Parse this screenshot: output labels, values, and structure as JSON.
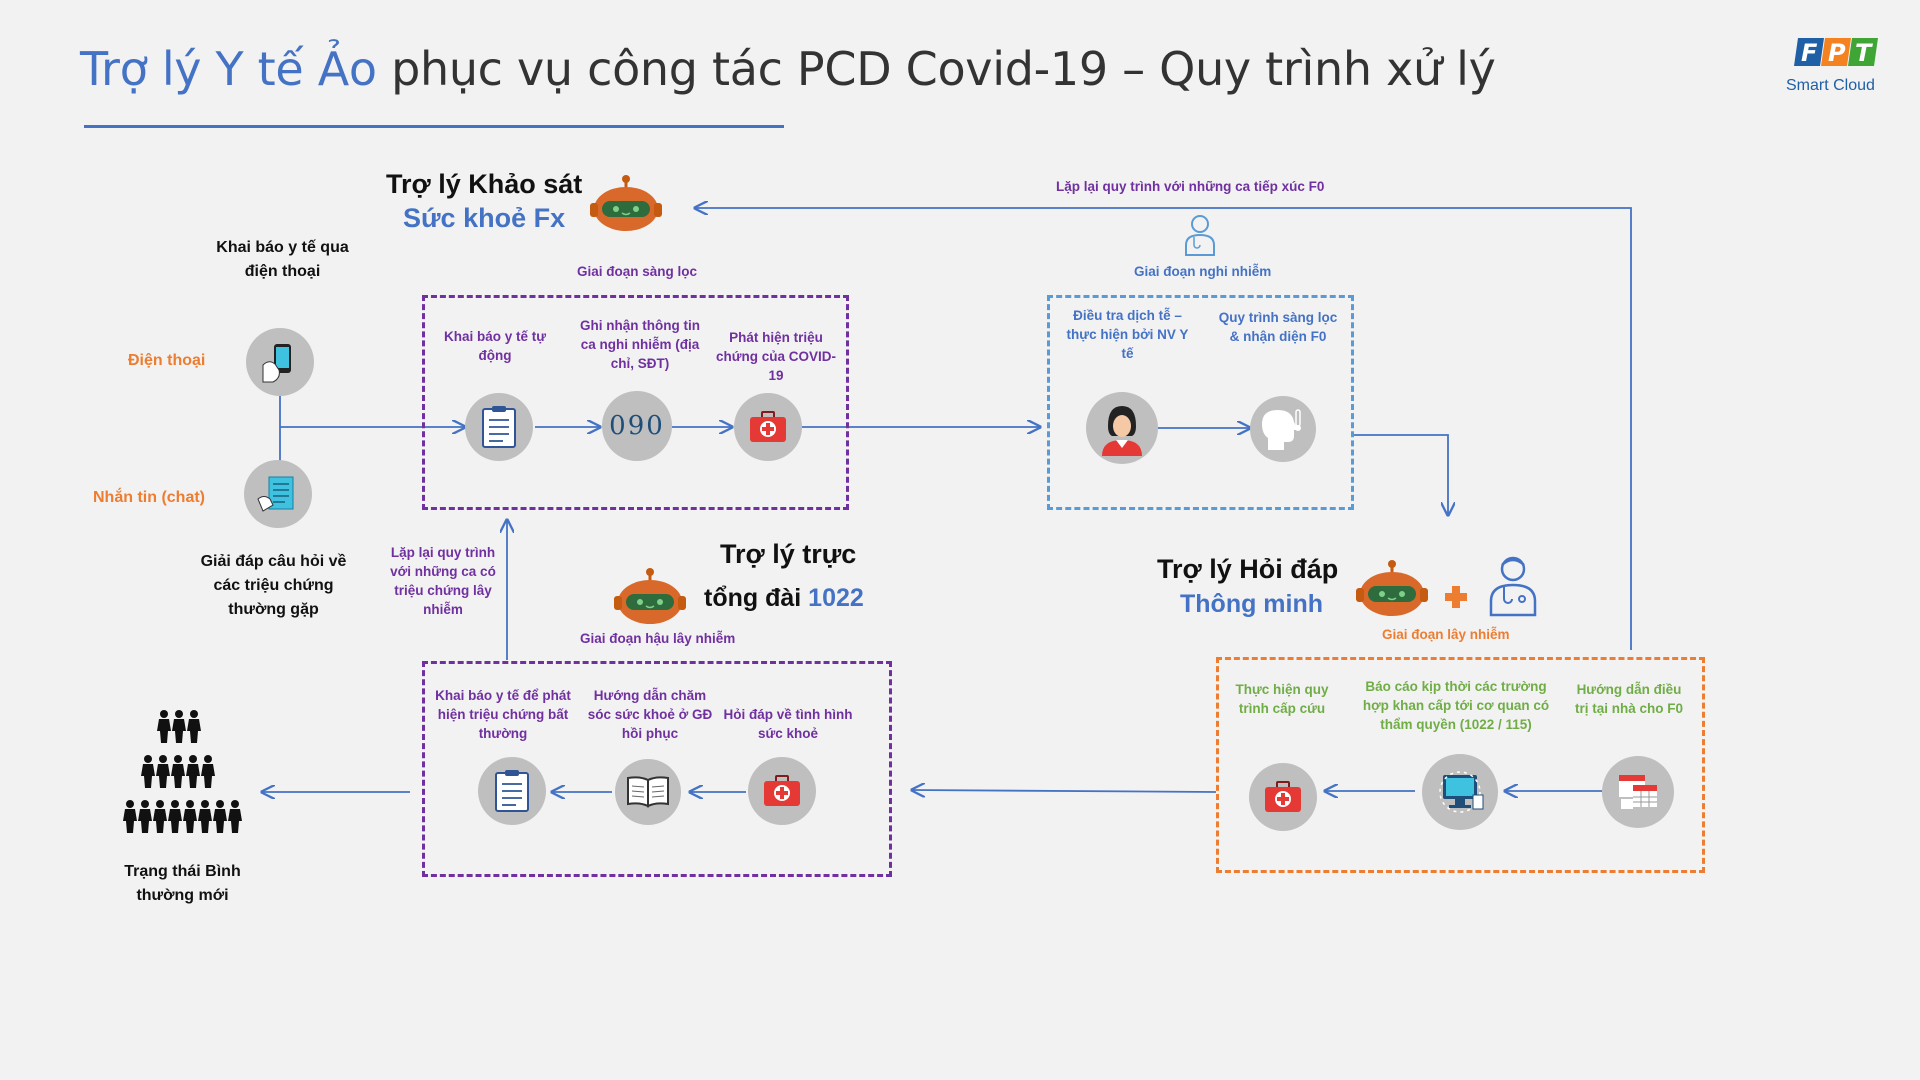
{
  "title": {
    "highlight": "Trợ lý Y tế Ảo",
    "rest": "phục vụ công tác PCD Covid-19 – Quy trình xử lý"
  },
  "logo": {
    "letters": "FPT",
    "sub": "Smart Cloud"
  },
  "left": {
    "declare_heading": "Khai báo y tế qua điện thoại",
    "phone_label": "Điện thoại",
    "chat_label": "Nhắn tin (chat)",
    "faq_heading": "Giải đáp câu hỏi về các triệu chứng thường gặp",
    "people_label": "Trạng thái Bình thường mới"
  },
  "survey_bot": {
    "title": "Trợ lý Khảo sát",
    "subtitle": "Sức khoẻ Fx",
    "phase": "Giai đoạn sàng lọc",
    "steps": [
      "Khai báo y tế tự động",
      "Ghi nhận thông tin ca nghi nhiễm (địa chỉ, SĐT)",
      "Phát hiện triệu chứng của COVID-19"
    ],
    "phone_digits": "090"
  },
  "suspect": {
    "phase": "Giai đoạn nghi nhiễm",
    "steps": [
      "Điều tra dịch tễ – thực hiện bởi NV Y tế",
      "Quy trình sàng lọc & nhận diện F0"
    ]
  },
  "loop_top": "Lặp lại quy trình với những ca tiếp xúc F0",
  "qa_bot": {
    "title": "Trợ lý Hỏi đáp",
    "subtitle": "Thông minh",
    "phase": "Giai đoạn lây nhiễm",
    "steps": [
      "Thực hiện quy trình cấp cứu",
      "Báo cáo kịp thời các trường hợp khan cấp tới cơ quan có thẩm quyền (1022 / 115)",
      "Hướng dẫn điều trị tại nhà cho F0"
    ]
  },
  "hotline_bot": {
    "title_line1": "Trợ lý trực",
    "title_line2": "tổng đài",
    "number": "1022",
    "phase": "Giai đoạn hậu lây nhiễm",
    "steps": [
      "Khai báo y tế để phát hiện triệu chứng bất thường",
      "Hướng dẫn chăm sóc sức khoẻ ở GĐ hồi phục",
      "Hỏi đáp về tình hình sức khoẻ"
    ]
  },
  "loop_left": "Lặp lại quy trình với những ca có triệu chứng lây nhiễm",
  "colors": {
    "blue": "#4472c4",
    "purple": "#7030a0",
    "orange": "#ed7d31",
    "green": "#70ad47",
    "light_blue": "#5b9bd5"
  },
  "icons": [
    "phone-icon",
    "chat-document-icon",
    "clipboard-icon",
    "medkit-icon",
    "nurse-icon",
    "head-thermometer-icon",
    "book-icon",
    "computer-report-icon",
    "calendar-icon",
    "robot-icon",
    "doctor-icon",
    "people-icon",
    "plus-icon"
  ]
}
